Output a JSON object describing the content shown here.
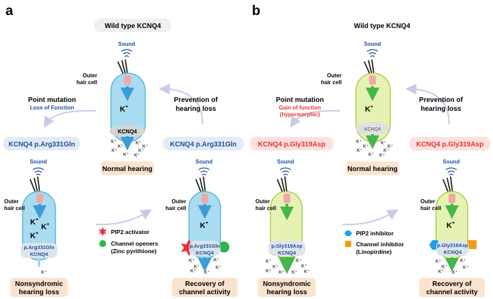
{
  "panel_a": {
    "letter": "a",
    "wild_type_label": "Wild type KCNQ4",
    "sound": "Sound",
    "outer_hair_cell_1": "Outer",
    "outer_hair_cell_2": "hair cell",
    "kplus": "K",
    "kcnq4": "KCNQ4",
    "k_ion": "K",
    "normal_hearing": "Normal hearing",
    "point_mutation": "Point mutation",
    "mutation_effect": "Loss of Function",
    "prevention_1": "Prevention of",
    "prevention_2": "hearing loss",
    "variant": "KCNQ4 p.Arg331Gln",
    "variant_short": "p.Arg331Gln",
    "outcome_1": "Nonsyndromic",
    "outcome_2": "hearing loss",
    "recovery_1": "Recovery of",
    "recovery_2": "channel activity",
    "legend_1": "PIP2 activator",
    "legend_2": "Channel openers",
    "legend_2b": "(Zinc pyrithione)",
    "colors": {
      "cell_fill": "#a9dbf1",
      "cell_stroke": "#5cb6e0",
      "arrow": "#3d9bd6",
      "title": "#1f4e9b",
      "red": "#e8303a",
      "green": "#2db34a"
    }
  },
  "panel_b": {
    "letter": "b",
    "wild_type_label": "Wild type KCNQ4",
    "sound": "Sound",
    "outer_hair_cell_1": "Outer",
    "outer_hair_cell_2": "hair cell",
    "kplus": "K",
    "kcnq4": "KCNQ4",
    "k_ion": "K",
    "normal_hearing": "Normal hearing",
    "point_mutation": "Point mutation",
    "mutation_effect_1": "Gain of function",
    "mutation_effect_2": "(hypermorphic)",
    "prevention_1": "Prevention of",
    "prevention_2": "hearing loss",
    "variant": "KCNQ4 p.Gly319Asp",
    "variant_short": "p.Gly319Asp",
    "outcome_1": "Nonsyndromic",
    "outcome_2": "hearing loss",
    "recovery_1": "Recovery of",
    "recovery_2": "channel activity",
    "legend_1": "PIP2 inhibitor",
    "legend_2": "Channel inhibitor",
    "legend_2b": "(Linopirdine)",
    "colors": {
      "cell_fill": "#e6f2b3",
      "cell_stroke": "#a7cf4a",
      "arrow": "#45b649",
      "title": "#e8303a",
      "hex": "#1aa3e8",
      "square": "#f39c12"
    }
  }
}
